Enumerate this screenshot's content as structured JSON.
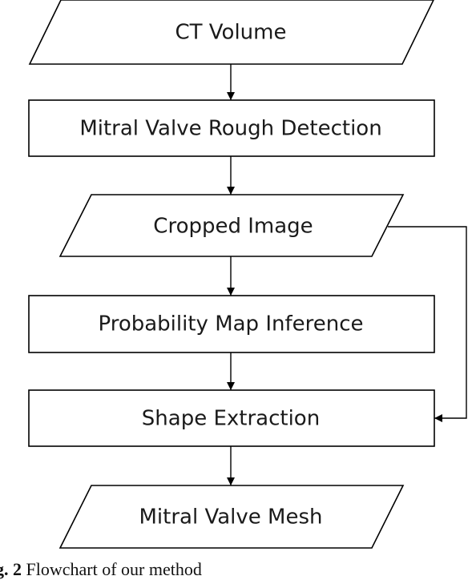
{
  "diagram": {
    "nodes": [
      {
        "id": "ct-volume",
        "shape": "parallelogram",
        "label": "CT Volume"
      },
      {
        "id": "rough-detection",
        "shape": "rectangle",
        "label": "Mitral Valve Rough Detection"
      },
      {
        "id": "cropped-image",
        "shape": "parallelogram",
        "label": "Cropped Image"
      },
      {
        "id": "probability-map",
        "shape": "rectangle",
        "label": "Probability Map Inference"
      },
      {
        "id": "shape-extraction",
        "shape": "rectangle",
        "label": "Shape Extraction"
      },
      {
        "id": "valve-mesh",
        "shape": "parallelogram",
        "label": "Mitral Valve Mesh"
      }
    ],
    "edges": [
      {
        "from": "ct-volume",
        "to": "rough-detection"
      },
      {
        "from": "rough-detection",
        "to": "cropped-image"
      },
      {
        "from": "cropped-image",
        "to": "probability-map"
      },
      {
        "from": "probability-map",
        "to": "shape-extraction"
      },
      {
        "from": "shape-extraction",
        "to": "valve-mesh"
      },
      {
        "from": "cropped-image",
        "to": "shape-extraction",
        "route": "right-side-bypass"
      }
    ]
  },
  "caption": {
    "figure_number": "g. 2",
    "text": " Flowchart of our method"
  }
}
